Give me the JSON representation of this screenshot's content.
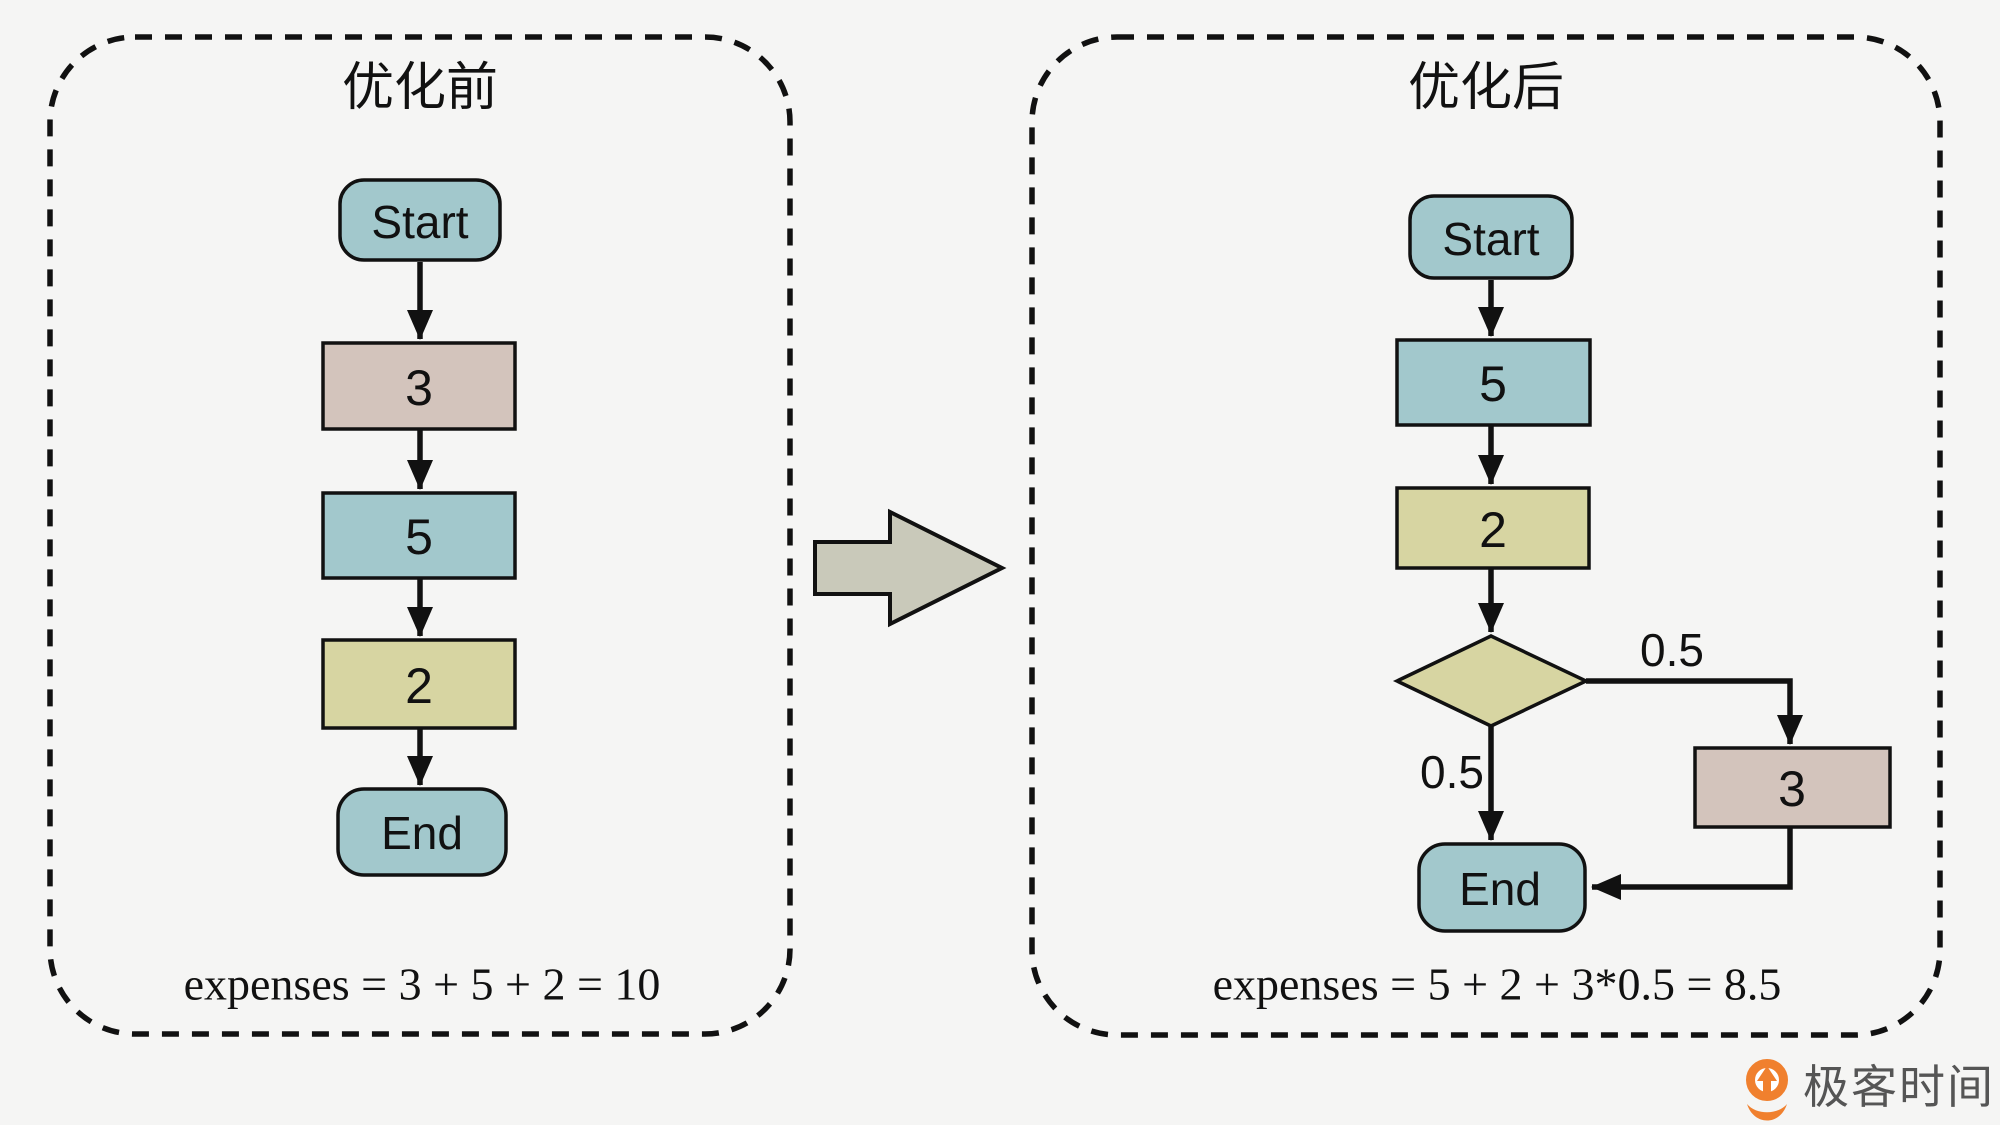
{
  "colors": {
    "node_teal": "#a2c8cc",
    "node_tan": "#d3c4bc",
    "node_olive": "#d7d5a2",
    "big_arrow": "#c9c9ba",
    "background": "#f5f5f4",
    "stroke": "#111111"
  },
  "panels": {
    "before": {
      "title": "优化前",
      "nodes": {
        "start": "Start",
        "cost1": "3",
        "cost2": "5",
        "cost3": "2",
        "end": "End"
      },
      "formula": "expenses = 3 + 5 + 2 = 10"
    },
    "after": {
      "title": "优化后",
      "nodes": {
        "start": "Start",
        "cost1": "5",
        "cost2": "2",
        "cost_branch": "3",
        "end": "End"
      },
      "edge_labels": {
        "branch_right": "0.5",
        "branch_down": "0.5"
      },
      "formula": "expenses = 5 + 2 + 3*0.5 = 8.5"
    }
  },
  "logo": {
    "text": "极客时间",
    "orange": "#f0802e",
    "text_color": "#555555"
  }
}
